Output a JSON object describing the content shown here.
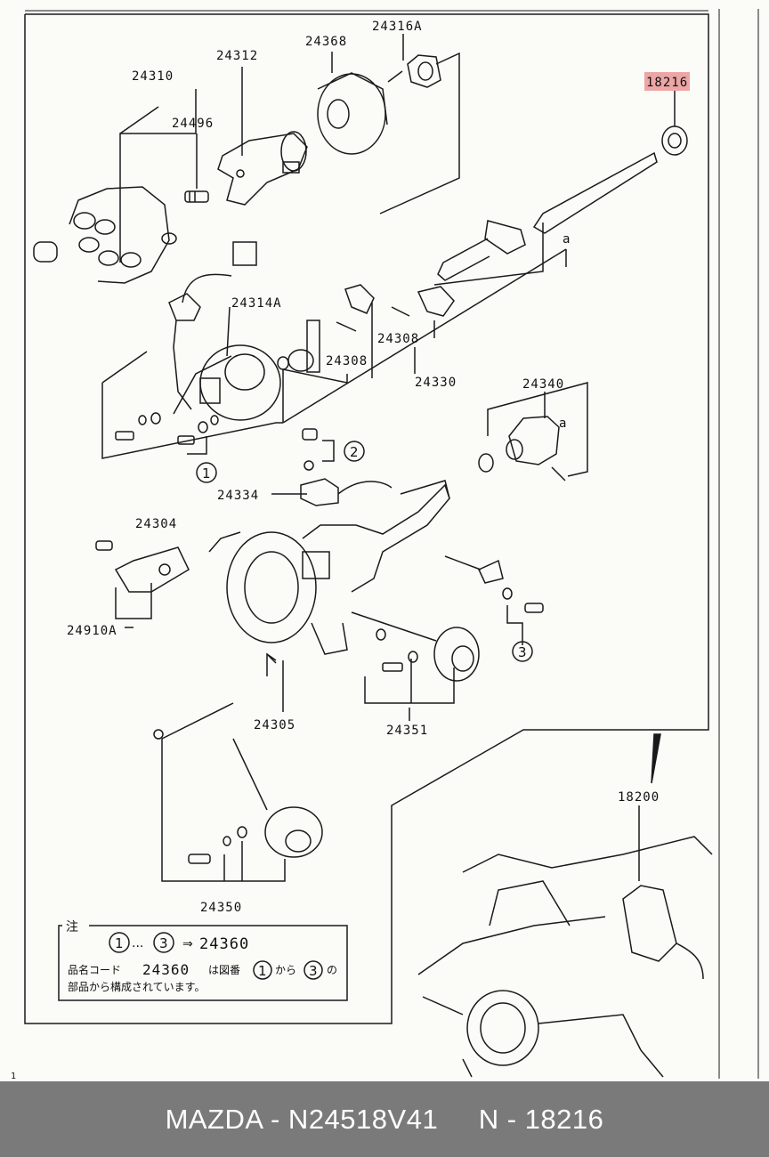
{
  "caption": {
    "text": "MAZDA - N24518V41     N - 18216"
  },
  "highlight_color": "#e06060",
  "caption_bar_color": "#7a7a7a",
  "diagram": {
    "page_marker": "1",
    "labels": {
      "p24310": "24310",
      "p24312": "24312",
      "p24368": "24368",
      "p24316A": "24316A",
      "p18216": "18216",
      "p24496": "24496",
      "p24314A": "24314A",
      "pa1": "a",
      "p24308a": "24308",
      "p24308b": "24308",
      "p24330": "24330",
      "p24340": "24340",
      "pa2": "a",
      "p24334": "24334",
      "p24304": "24304",
      "p24910A": "24910A",
      "p24305": "24305",
      "p24351": "24351",
      "p18200": "18200",
      "p24350": "24350"
    },
    "circled": {
      "c1": "1",
      "c2": "2",
      "c3": "3"
    },
    "note": {
      "heading": "注",
      "first_num": "1",
      "ellipsis": "...",
      "last_num": "3",
      "arrow": "⇒",
      "code": "24360",
      "line2_a": "品名コード",
      "line2_code": "24360",
      "line2_b": "は図番",
      "line2_num1": "1",
      "line2_c": "から",
      "line2_num2": "3",
      "line2_d": "の",
      "line3": "部品から構成されています。"
    }
  }
}
